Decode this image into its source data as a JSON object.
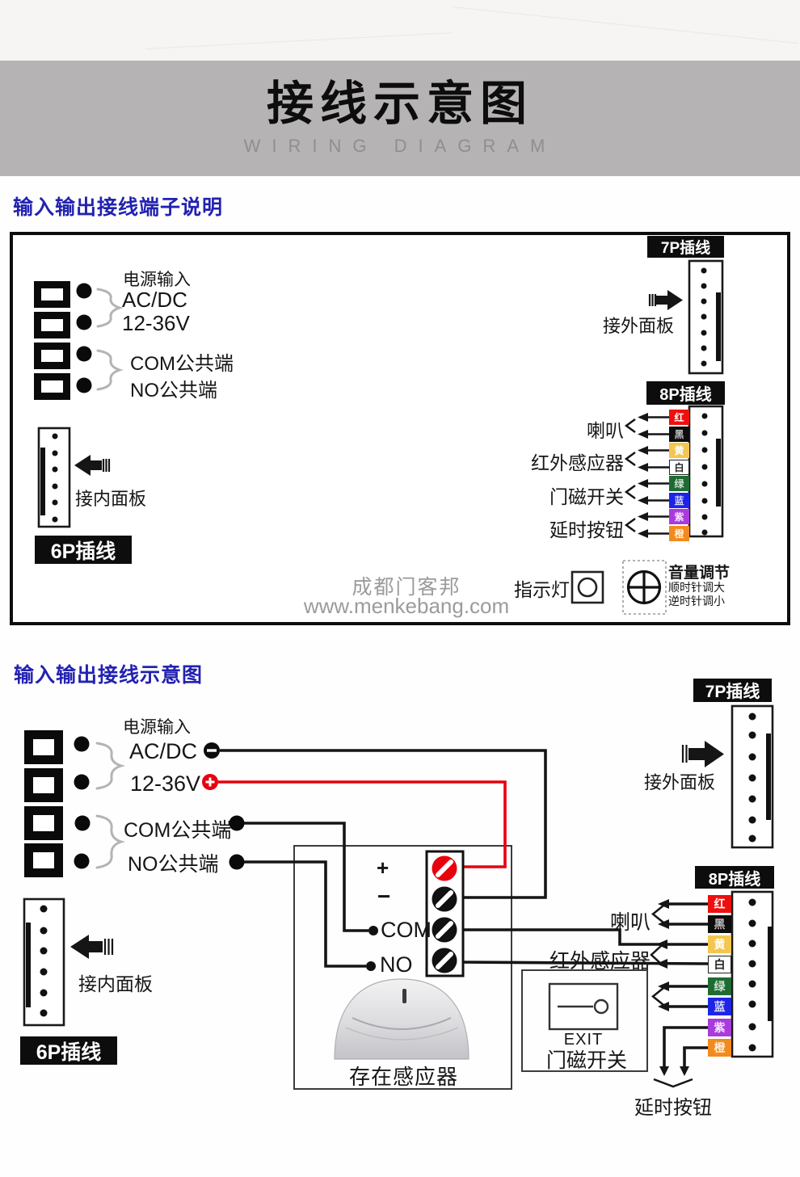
{
  "colors": {
    "band_gray": "#b5b3b3",
    "header_blue": "#2222b0",
    "wire_red": "#e8000f",
    "badge_black": "#0d0d0d"
  },
  "title": {
    "main": "接线示意图",
    "sub": "WIRING DIAGRAM"
  },
  "watermark": {
    "name": "成都门客邦",
    "url": "www.menkebang.com"
  },
  "wire_colors": [
    {
      "label": "红",
      "hex": "#ee0f0f",
      "text": "#ffffff"
    },
    {
      "label": "黑",
      "hex": "#0d0d0d",
      "text": "#bdbdbd"
    },
    {
      "label": "黄",
      "hex": "#f3c64f",
      "text": "#ffffff"
    },
    {
      "label": "白",
      "hex": "#ffffff",
      "text": "#222222",
      "border": "#222222"
    },
    {
      "label": "绿",
      "hex": "#1e6b34",
      "text": "#cfe0cf"
    },
    {
      "label": "蓝",
      "hex": "#1d24e8",
      "text": "#d9d9f5"
    },
    {
      "label": "紫",
      "hex": "#a93bdc",
      "text": "#f4e2fb"
    },
    {
      "label": "橙",
      "hex": "#f28a1e",
      "text": "#ffeeda"
    }
  ],
  "section1": {
    "heading": "输入输出接线端子说明",
    "power_title": "电源输入",
    "acdc": "AC/DC",
    "voltage": "12-36V",
    "com_label": "COM公共端",
    "no_label": "NO公共端",
    "badge_6p": "6P插线",
    "inner_panel": "接内面板",
    "badge_7p": "7P插线",
    "outer_panel": "接外面板",
    "badge_8p": "8P插线",
    "group_speaker": "喇叭",
    "group_ir": "红外感应器",
    "group_door": "门磁开关",
    "group_delay": "延时按钮",
    "indicator": "指示灯",
    "volume_title": "音量调节",
    "volume_cw": "顺时针调大",
    "volume_ccw": "逆时针调小"
  },
  "section2": {
    "heading": "输入输出接线示意图",
    "power_title": "电源输入",
    "acdc": "AC/DC",
    "voltage": "12-36V",
    "com_label": "COM公共端",
    "no_label": "NO公共端",
    "badge_6p": "6P插线",
    "inner_panel": "接内面板",
    "badge_7p": "7P插线",
    "outer_panel": "接外面板",
    "badge_8p": "8P插线",
    "speaker": "喇叭",
    "ir_sensor": "红外感应器",
    "delay_button": "延时按钮",
    "sensor_plus": "+",
    "sensor_minus": "−",
    "sensor_com": "COM",
    "sensor_no": "NO",
    "sensor_name": "存在感应器",
    "exit_text": "EXIT",
    "exit_label": "门磁开关"
  }
}
